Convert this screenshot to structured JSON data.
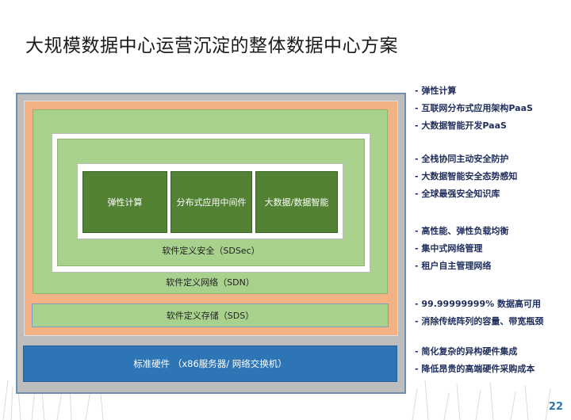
{
  "title": "大规模数据中心运营沉淀的整体数据中心方案",
  "services": [
    "弹性计算",
    "分布式应用中间件",
    "大数据/数据智能"
  ],
  "layers": {
    "sdsec": "软件定义安全（SDSec）",
    "sdn": "软件定义网络（SDN）",
    "sds": "软件定义存储（SDS）",
    "hardware": "标准硬件 （x86服务器/ 网络交换机）"
  },
  "features": [
    [
      "- 弹性计算",
      "- 互联网分布式应用架构PaaS",
      "- 大数据智能开发PaaS"
    ],
    [
      "- 全栈协同主动安全防护",
      "- 大数据智能安全态势感知",
      "- 全球最强安全知识库"
    ],
    [
      "- 高性能、弹性负载均衡",
      "- 集中式网络管理",
      "- 租户自主管理网络"
    ],
    [
      "- 99.99999999% 数据高可用",
      "- 消除传统阵列的容量、带宽瓶颈"
    ],
    [
      "- 简化复杂的异构硬件集成",
      "- 降低昂贵的高端硬件采购成本"
    ]
  ],
  "page_number": "22",
  "colors": {
    "hardware": "#2e75b6",
    "service": "#548235",
    "layer_green": "#a9d18e",
    "network_border": "#f4b183",
    "frame": "#bdbdbd"
  }
}
